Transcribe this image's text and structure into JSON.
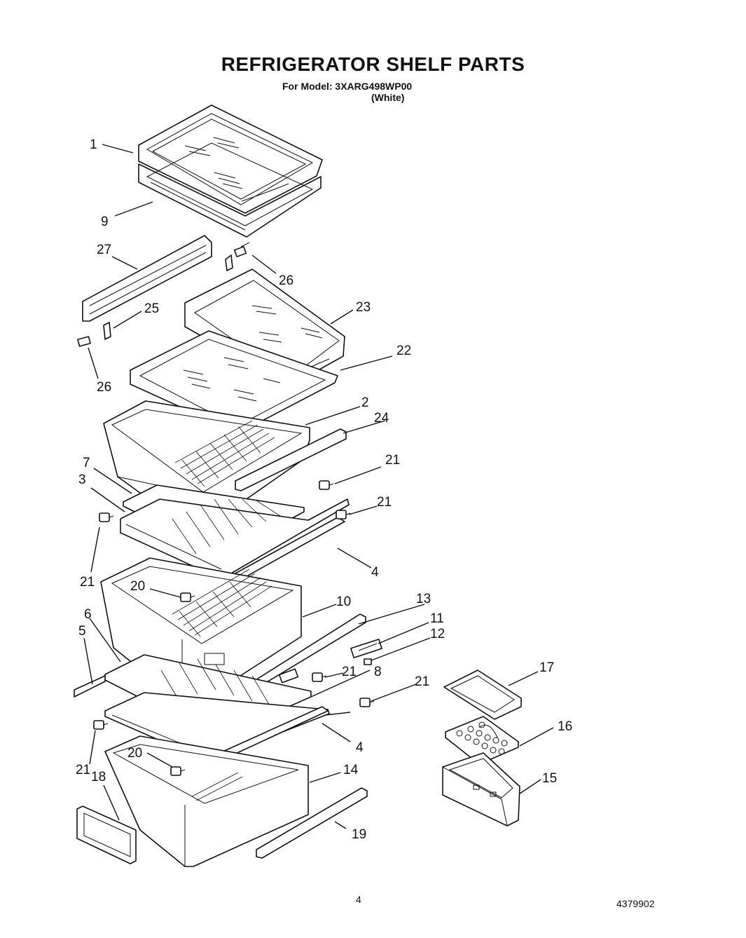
{
  "header": {
    "title": "REFRIGERATOR SHELF PARTS",
    "model_line": "For Model: 3XARG498WP00",
    "color_line": "(White)"
  },
  "callouts": {
    "c1": "1",
    "c9": "9",
    "c27": "27",
    "c26a": "26",
    "c25": "25",
    "c23": "23",
    "c26b": "26",
    "c22": "22",
    "c2": "2",
    "c24": "24",
    "c7": "7",
    "c21a": "21",
    "c3": "3",
    "c21b": "21",
    "c21c": "21",
    "c4a": "4",
    "c20a": "20",
    "c10": "10",
    "c13": "13",
    "c6": "6",
    "c11": "11",
    "c5": "5",
    "c12": "12",
    "c8": "8",
    "c21d": "21",
    "c21e": "21",
    "c17": "17",
    "c4b": "4",
    "c16": "16",
    "c20b": "20",
    "c21f": "21",
    "c18": "18",
    "c14": "14",
    "c15": "15",
    "c19": "19"
  },
  "footer": {
    "page_number": "4",
    "doc_number": "4379902"
  }
}
